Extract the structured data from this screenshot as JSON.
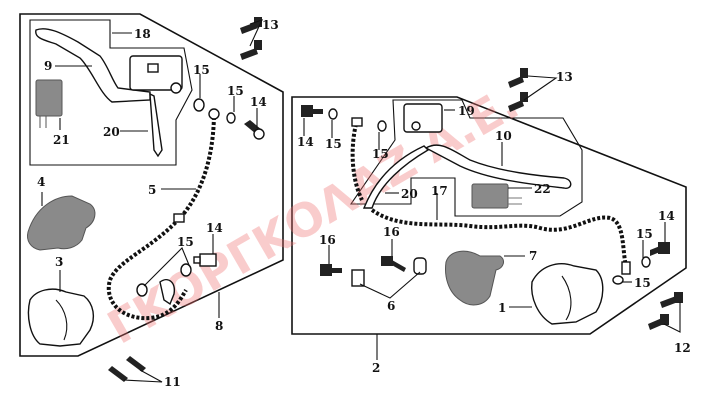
{
  "diagram": {
    "title": "Brake system exploded parts diagram",
    "watermark": "ΓΚΟΡΓΚΟΛΑΖ Α.Ε.",
    "watermark_color": "#f07070",
    "groups": [
      {
        "name": "front-brake-assembly",
        "label": "8"
      },
      {
        "name": "rear-brake-assembly",
        "label": "2"
      }
    ],
    "labels": {
      "l18": "18",
      "l9": "9",
      "l21": "21",
      "l20a": "20",
      "l15a": "15",
      "l15b": "15",
      "l14a": "14",
      "l5": "5",
      "l4": "4",
      "l3": "3",
      "l15c": "15",
      "l14b": "14",
      "l8": "8",
      "l11": "11",
      "l13a": "13",
      "l13b": "13",
      "l19": "19",
      "l10": "10",
      "l14c": "14",
      "l15d": "15",
      "l15e": "15",
      "l20b": "20",
      "l17": "17",
      "l22": "22",
      "l16a": "16",
      "l16b": "16",
      "l6": "6",
      "l7": "7",
      "l1": "1",
      "l14d": "14",
      "l15f": "15",
      "l15g": "15",
      "l12": "12",
      "l2": "2"
    }
  }
}
